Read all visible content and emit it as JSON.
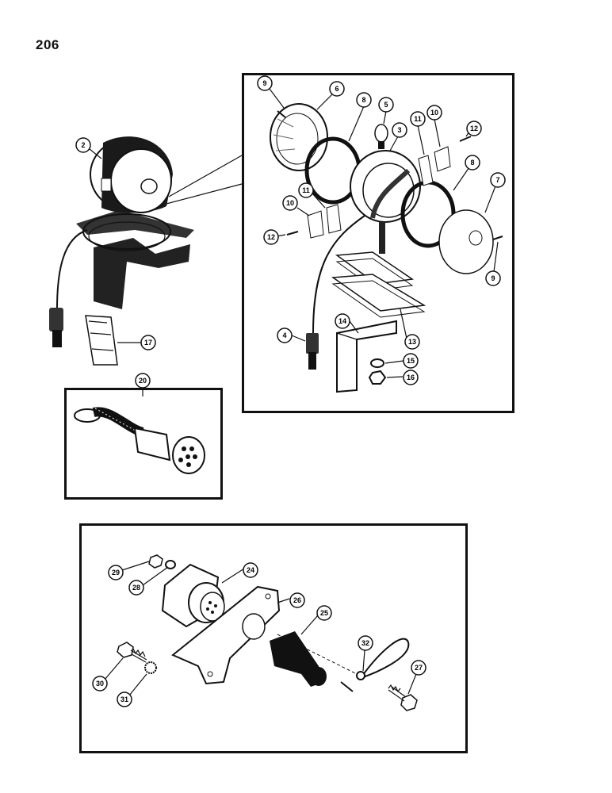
{
  "page_number": "206",
  "callouts": {
    "c2": "2",
    "c17": "17",
    "c20": "20",
    "lamp_9a": "9",
    "lamp_6": "6",
    "lamp_8a": "8",
    "lamp_5": "5",
    "lamp_3": "3",
    "lamp_11a": "11",
    "lamp_10a": "10",
    "lamp_12a": "12",
    "lamp_8b": "8",
    "lamp_7": "7",
    "lamp_10b": "10",
    "lamp_11b": "11",
    "lamp_12b": "12",
    "lamp_9b": "9",
    "lamp_4": "4",
    "lamp_14": "14",
    "lamp_13": "13",
    "lamp_15": "15",
    "lamp_16": "16",
    "sock_29": "29",
    "sock_28": "28",
    "sock_24": "24",
    "sock_26": "26",
    "sock_25": "25",
    "sock_32": "32",
    "sock_30": "30",
    "sock_31": "31",
    "sock_27": "27"
  }
}
